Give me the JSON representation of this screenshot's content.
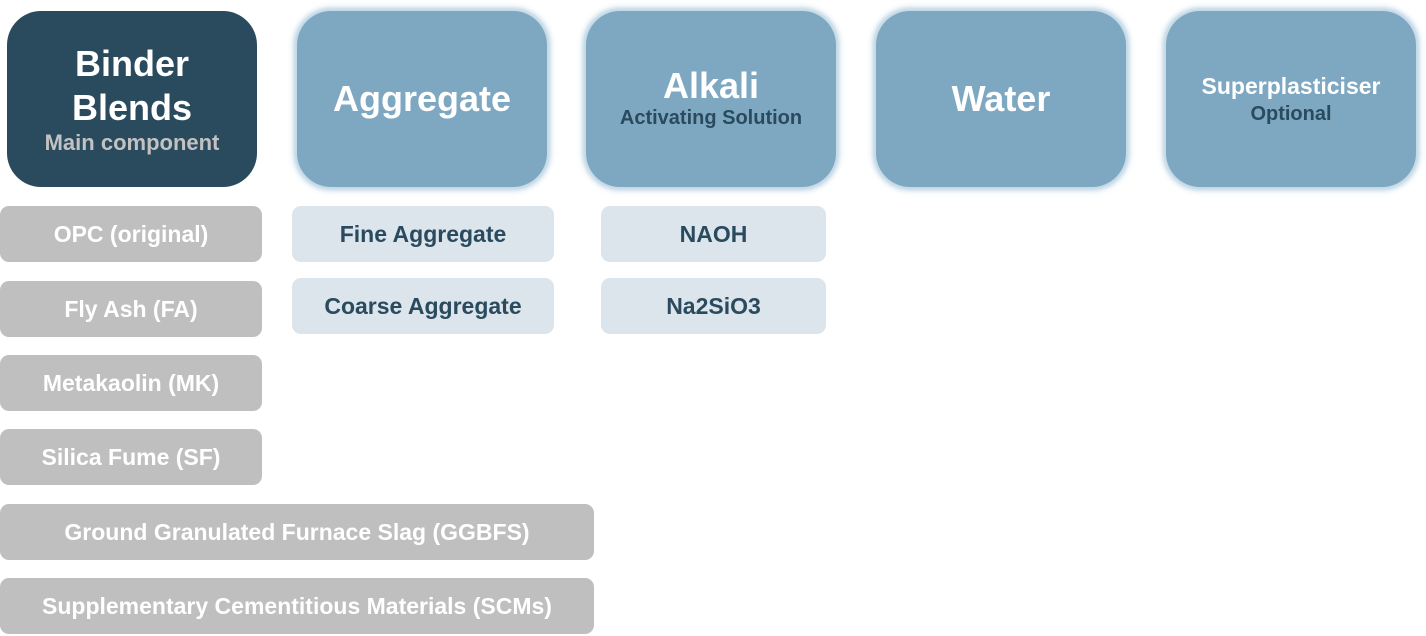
{
  "colors": {
    "binder_header": "#2a4a5e",
    "other_header": "#7ea8c2",
    "binder_item": "#bfbfbf",
    "other_item": "#dce4ec",
    "dark_text": "#2a4a5e"
  },
  "columns": [
    {
      "title_lines": [
        "Binder",
        "Blends"
      ],
      "subtitle": "Main component",
      "items": [
        "OPC (original)",
        "Fly Ash (FA)",
        "Metakaolin (MK)",
        "Silica Fume (SF)",
        "Ground Granulated Furnace Slag (GGBFS)",
        "Supplementary Cementitious Materials (SCMs)"
      ]
    },
    {
      "title": "Aggregate",
      "items": [
        "Fine Aggregate",
        "Coarse Aggregate"
      ]
    },
    {
      "title": "Alkali",
      "subtitle": "Activating Solution",
      "items": [
        "NAOH",
        "Na2SiO3"
      ]
    },
    {
      "title": "Water",
      "items": []
    },
    {
      "title": "Superplasticiser",
      "subtitle": "Optional",
      "items": []
    }
  ]
}
